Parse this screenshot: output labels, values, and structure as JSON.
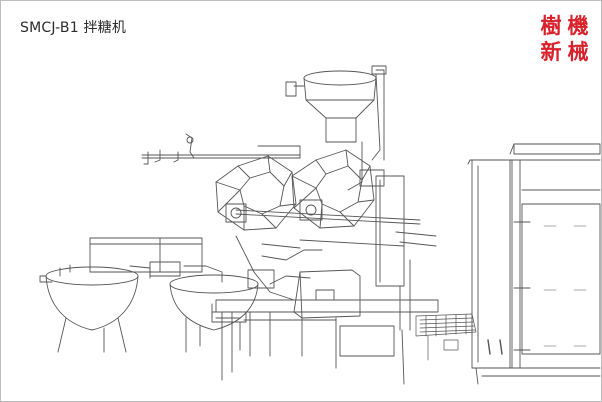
{
  "figure": {
    "caption": "SMCJ-B1 拌糖机",
    "logo": {
      "chars": [
        "樹",
        "機",
        "新",
        "械"
      ],
      "color": "#d8212b"
    }
  },
  "colors": {
    "line": "#555555",
    "frame": "#bdbdbd",
    "background": "#ffffff"
  }
}
